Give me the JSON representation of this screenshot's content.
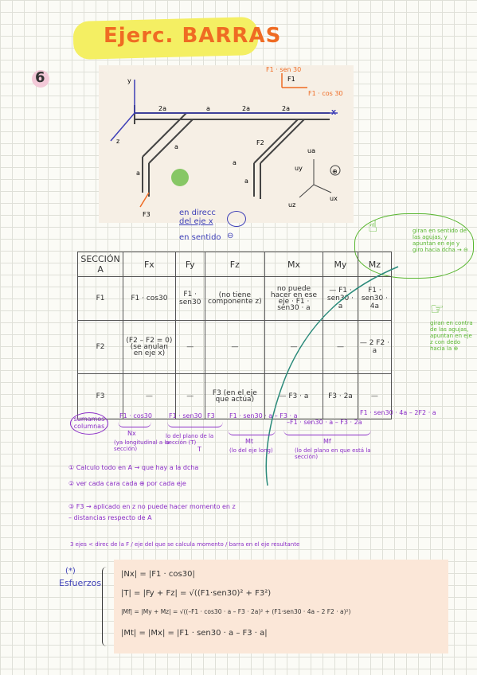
{
  "title": "Ejerc. BARRAS",
  "exercise_number": "6",
  "figure": {
    "labels": [
      "F1 · sen 30",
      "F1 · cos 30",
      "2a",
      "a",
      "2a",
      "2a",
      "a",
      "a",
      "a",
      "a",
      "y",
      "z",
      "X",
      "F1",
      "F2",
      "F3",
      "ua",
      "ux",
      "uz",
      "uy"
    ],
    "note_line1": "en direcc",
    "note_line2": "del eje x",
    "note_line3": "en sentido",
    "circle_minus": "⊖",
    "circle_plus": "⊕"
  },
  "table": {
    "headers": [
      "SECCIÓN A",
      "Fx",
      "Fy",
      "Fz",
      "Mx",
      "My",
      "Mz"
    ],
    "rows": [
      {
        "label": "F1",
        "cells": [
          "F1 · cos30",
          "F1 · sen30",
          "(no tiene componente z)",
          "no puede hacer en ese eje · F1 · sen30 · a",
          "— F1 · sen30 · a",
          "F1 · sen30 · 4a"
        ]
      },
      {
        "label": "F2",
        "cells": [
          "(F2 – F2 = 0) (se anulan en eje x)",
          "—",
          "—",
          "—",
          "—",
          "— 2 F2 · a"
        ]
      },
      {
        "label": "F3",
        "cells": [
          "—",
          "—",
          "F3 (en el eje que actúa)",
          "— F3 · a",
          "F3 · 2a",
          "—"
        ]
      }
    ]
  },
  "summary": {
    "label": "sumamos columnas",
    "items": [
      "F1 · cos30",
      "F1 · sen30",
      "F3",
      "F1 · sen30 · a – F3 · a",
      "–F1 · sen30 · a – F3 · 2a",
      "F1 · sen30 · 4a – 2F2 · a"
    ],
    "names": [
      "Nx",
      "T",
      "Mt",
      "Mf"
    ],
    "descs": [
      "(ya longitudinal a la sección)",
      "lo del plano de la sección (T)",
      "(lo del eje long)",
      "(lo del plano en que está la sección)"
    ]
  },
  "notes": [
    "① Calculo todo en A → que hay a la dcha",
    "② ver cada cara cada ⊕ por cada eje",
    "③ F3 → aplicado en z no puede hacer momento en z",
    "– distancias respecto de A",
    "3 ejes < direc de la F / eje del que se calcula momento / barra en el eje resultante"
  ],
  "right_notes": [
    "giran en sentido de las agujas, y apuntan en eje y giro hacia dcha → ⊖",
    "giran en contra de las agujas, apuntan en eje z con dedo hacia la ⊕"
  ],
  "efforts": {
    "label_marker": "(*)",
    "label": "Esfuerzos",
    "lines": [
      "|Nx| = |F1 · cos30|",
      "|T| = |Fy + Fz| = √((F1·sen30)² + F3²)",
      "|Mf| = |My + Mz| = √((–F1 · cos30 · a – F3 · 2a)² + (F1·sen30 · 4a – 2 F2 · a)²)",
      "|Mt| = |Mx| = |F1 · sen30 · a – F3 · a|"
    ]
  },
  "colors": {
    "orange": "#ef6b23",
    "yellow": "#f4ef63",
    "blue": "#3d3fb7",
    "purple": "#8a2cc7",
    "green": "#58b62f",
    "teal": "#2a8a7a"
  }
}
